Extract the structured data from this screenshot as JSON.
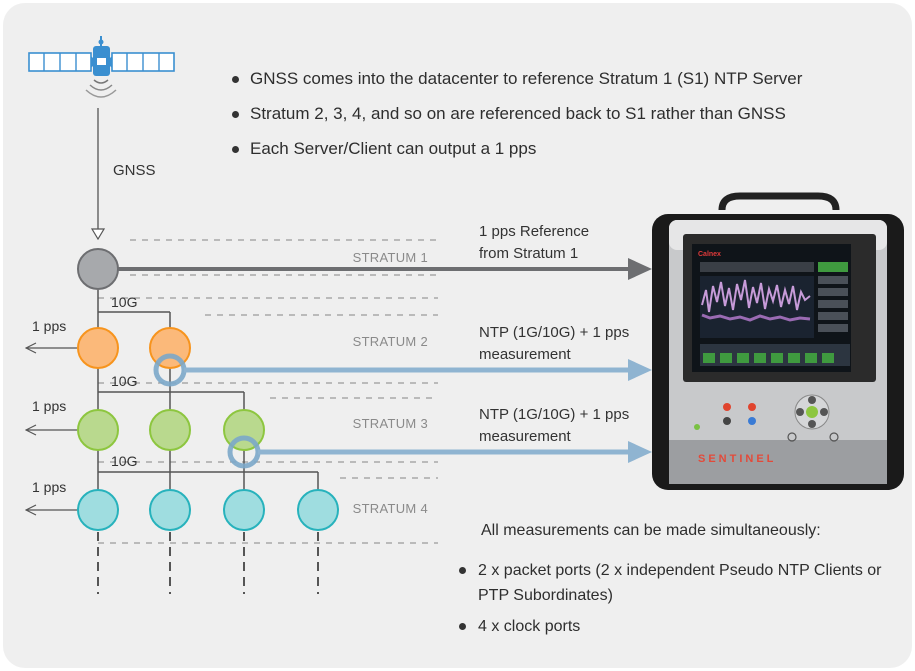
{
  "bullets": [
    "GNSS comes into the datacenter to reference Stratum 1 (S1) NTP Server",
    "Stratum 2, 3, 4, and so on are referenced back to S1 rather than GNSS",
    "Each Server/Client can output a 1 pps"
  ],
  "gnss_label": "GNSS",
  "strata": [
    "STRATUM 1",
    "STRATUM 2",
    "STRATUM 3",
    "STRATUM 4"
  ],
  "link_labels": [
    "10G",
    "10G",
    "10G"
  ],
  "pps_labels": [
    "1 pps",
    "1 pps",
    "1 pps"
  ],
  "arrow_labels": {
    "ref_line1": "1 pps Reference",
    "ref_line2": "from Stratum 1",
    "ntp1_line1": "NTP (1G/10G) + 1 pps",
    "ntp1_line2": "measurement",
    "ntp2_line1": "NTP (1G/10G) + 1 pps",
    "ntp2_line2": "measurement"
  },
  "device": {
    "brand": "SENTINEL",
    "logo": "Calnex"
  },
  "measurements": {
    "intro": "All measurements can be made simultaneously:",
    "items": [
      "2 x packet ports (2 x independent Pseudo NTP Clients or PTP Subordinates)",
      "4 x clock ports"
    ]
  },
  "colors": {
    "stratum1": "#a7a9ac",
    "stratum2": "#fbb97a",
    "stratum3": "#b9d98e",
    "stratum4": "#9fdde0",
    "arrow": "#8fb4d1",
    "lines": "#555555"
  }
}
